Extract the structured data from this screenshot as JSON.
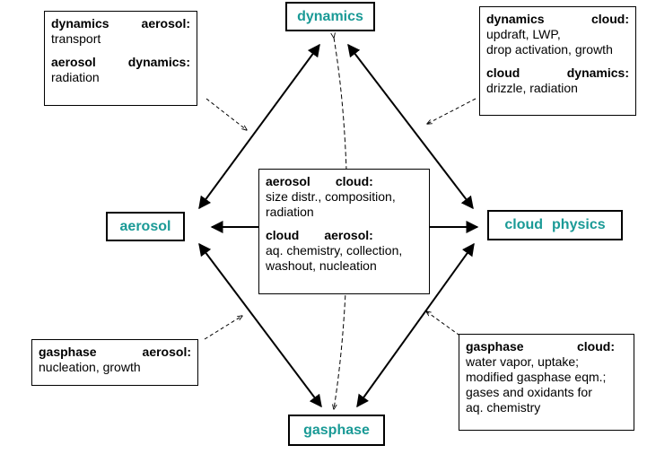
{
  "nodes": {
    "dynamics": "dynamics",
    "aerosol": "aerosol",
    "cloud_physics_a": "cloud",
    "cloud_physics_b": "physics",
    "gasphase": "gasphase"
  },
  "notes": {
    "dyn_aer": {
      "h1a": "dynamics",
      "h1b": "aerosol:",
      "b1": "transport",
      "h2a": "aerosol",
      "h2b": "dynamics:",
      "b2": "radiation"
    },
    "dyn_cloud": {
      "h1a": "dynamics",
      "h1b": "cloud:",
      "b1a": "updraft, LWP,",
      "b1b": "drop activation, growth",
      "h2a": "cloud",
      "h2b": "dynamics:",
      "b2": "drizzle, radiation"
    },
    "aer_cloud": {
      "h1a": "aerosol",
      "h1b": "cloud:",
      "b1a": "size distr., composition,",
      "b1b": "radiation",
      "h2a": "cloud",
      "h2b": "aerosol:",
      "b2a": "aq. chemistry, collection,",
      "b2b": "washout, nucleation"
    },
    "gas_aer": {
      "h1a": "gasphase",
      "h1b": "aerosol:",
      "b1": "nucleation, growth"
    },
    "gas_cloud": {
      "h1a": "gasphase",
      "h1b": "cloud:",
      "b1a": "water vapor, uptake;",
      "b1b": "modified gasphase eqm.;",
      "b1c": "gases and oxidants for",
      "b1d": "aq. chemistry"
    }
  }
}
